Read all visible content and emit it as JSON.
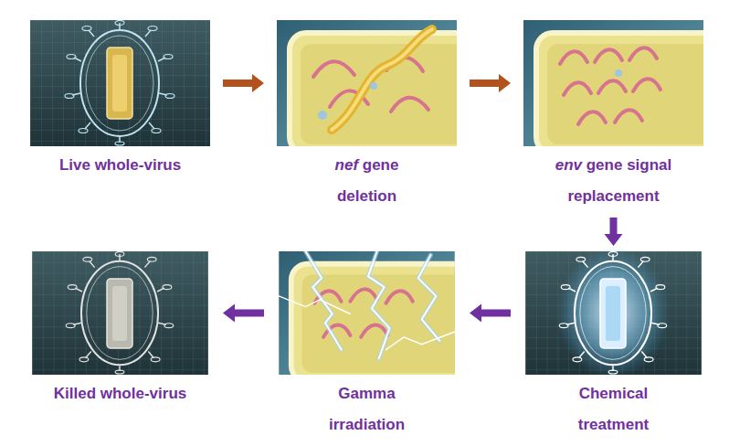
{
  "diagram": {
    "nodes": [
      {
        "text": [
          "Live whole-virus"
        ]
      },
      {
        "text": [
          "nef gene deletion"
        ]
      },
      {
        "text": [
          "env gene signal replacement"
        ]
      },
      {
        "text": [
          "Killed whole-virus"
        ]
      },
      {
        "text": [
          "Gamma irradiation"
        ]
      },
      {
        "text": [
          "Chemical treatment"
        ]
      }
    ],
    "edges": [
      {
        "from": 0,
        "to": 1,
        "arrow": "to"
      },
      {
        "from": 1,
        "to": 2,
        "arrow": "to"
      },
      {
        "from": 2,
        "to": 5,
        "arrow": "to"
      },
      {
        "from": 5,
        "to": 4,
        "arrow": "to"
      },
      {
        "from": 4,
        "to": 3,
        "arrow": "to"
      }
    ]
  }
}
